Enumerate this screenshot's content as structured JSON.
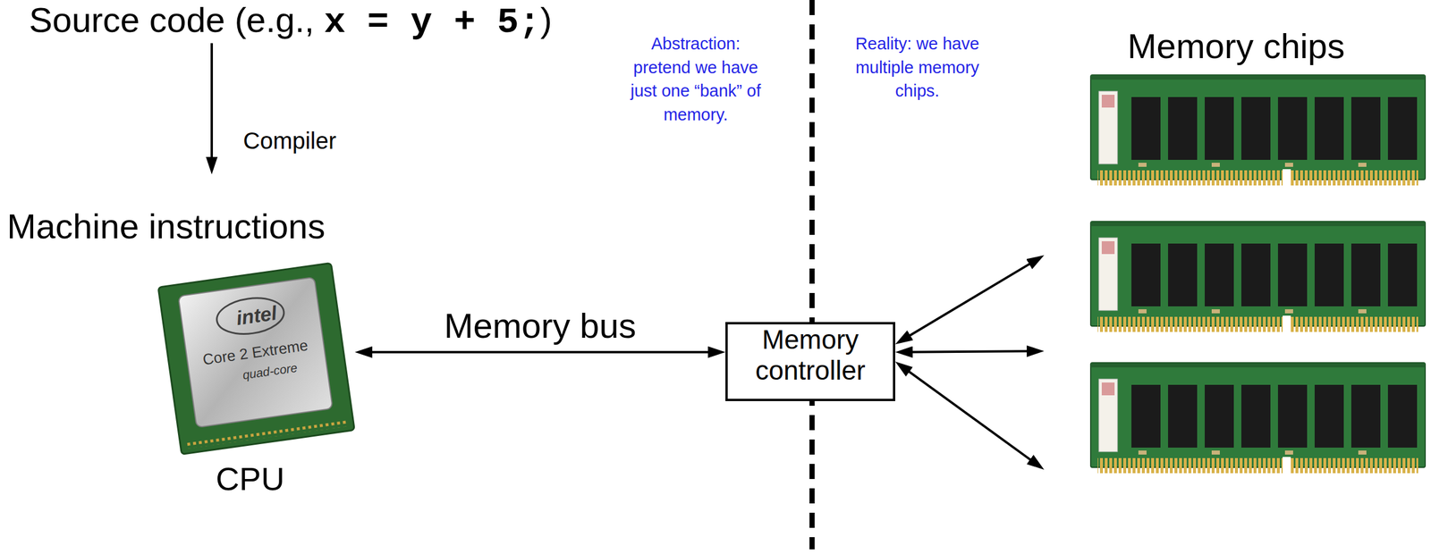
{
  "diagram": {
    "nodes": [
      {
        "text": [
          "Source code (e.g., x = y + 5;)"
        ]
      },
      {
        "text": [
          "Machine instructions"
        ]
      },
      {
        "text": [
          "CPU"
        ]
      },
      {
        "text": [
          "Memory controller"
        ]
      },
      {
        "text": [
          "Memory chips"
        ]
      }
    ],
    "edges": [
      {
        "from": 0,
        "to": 1,
        "label": "Compiler",
        "arrow": "to"
      },
      {
        "from": 2,
        "to": 3,
        "label": "Memory bus",
        "arrow": "both"
      },
      {
        "from": 3,
        "to": 4,
        "arrow": "both"
      },
      {
        "from": 3,
        "to": 4,
        "arrow": "both"
      },
      {
        "from": 3,
        "to": 4,
        "arrow": "both"
      }
    ],
    "labels": [
      "Abstraction: pretend we have just one “bank” of memory.",
      "Reality: we have multiple memory chips.",
      "intel",
      "Core 2 Extreme",
      "quad-core"
    ]
  }
}
